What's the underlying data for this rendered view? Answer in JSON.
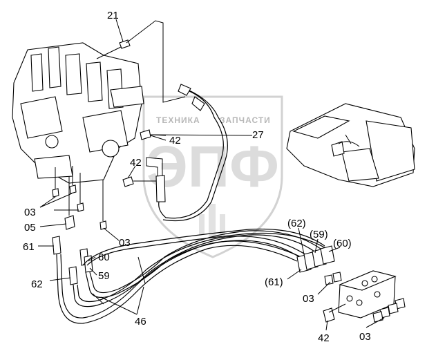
{
  "watermark": {
    "top_line": "ТЕХНИКА",
    "top_line_right": "ЗАПЧАСТИ",
    "letters": "ЭПФ"
  },
  "callouts": {
    "c21": "21",
    "c27": "27",
    "c42a": "42",
    "c42b": "42",
    "c42c": "42",
    "c03a": "03",
    "c03b": "03",
    "c03c": "03",
    "c03d": "03",
    "c05": "05",
    "c61": "61",
    "c61p": "(61)",
    "c62": "62",
    "c62p": "(62)",
    "c59": "59",
    "c59p": "(59)",
    "c60": "60",
    "c60p": "(60)",
    "c46": "46"
  }
}
